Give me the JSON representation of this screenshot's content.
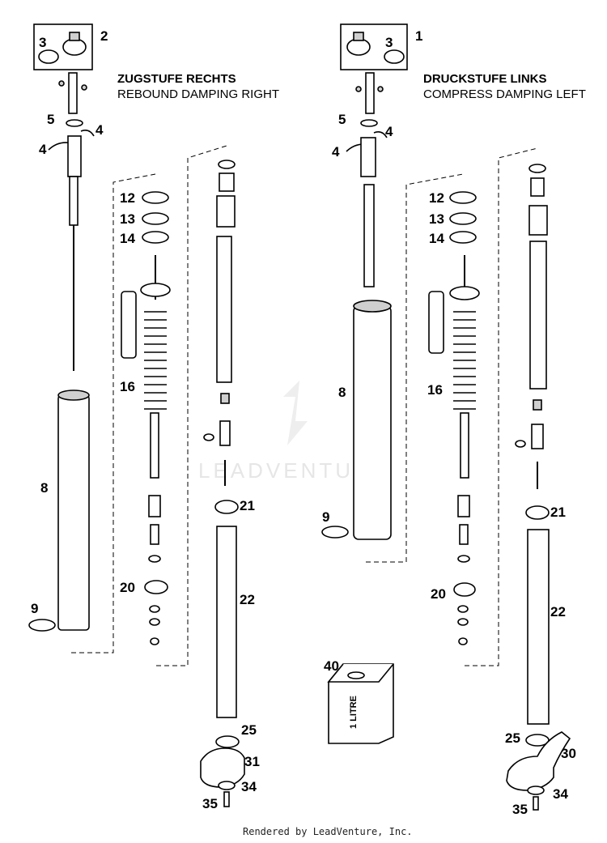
{
  "sections": {
    "right": {
      "title_de": "ZUGSTUFE RECHTS",
      "title_en": "REBOUND DAMPING RIGHT"
    },
    "left": {
      "title_de": "DRUCKSTUFE LINKS",
      "title_en": "COMPRESS DAMPING LEFT"
    }
  },
  "callouts": {
    "right": [
      "2",
      "3",
      "4",
      "4",
      "5",
      "8",
      "9",
      "12",
      "13",
      "14",
      "16",
      "20",
      "21",
      "22",
      "25",
      "31",
      "34",
      "35"
    ],
    "left": [
      "1",
      "3",
      "4",
      "4",
      "5",
      "8",
      "9",
      "12",
      "13",
      "14",
      "16",
      "20",
      "21",
      "22",
      "25",
      "30",
      "34",
      "35"
    ]
  },
  "oil_can": {
    "callout": "40",
    "label": "1 LITRE"
  },
  "watermark": "LEADVENTURE",
  "footer": "Rendered by LeadVenture, Inc."
}
